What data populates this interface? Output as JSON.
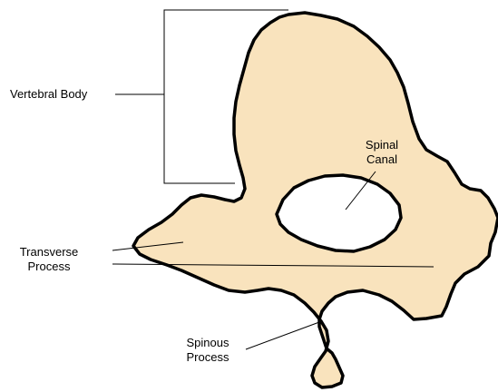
{
  "labels": {
    "vertebral_body": "Vertebral Body",
    "spinal_canal": "Spinal\nCanal",
    "transverse_process": "Transverse\nProcess",
    "spinous_process": "Spinous\nProcess"
  },
  "colors": {
    "bone_fill": "#f9e3bd",
    "outline": "#000000",
    "canal_fill": "#ffffff"
  }
}
